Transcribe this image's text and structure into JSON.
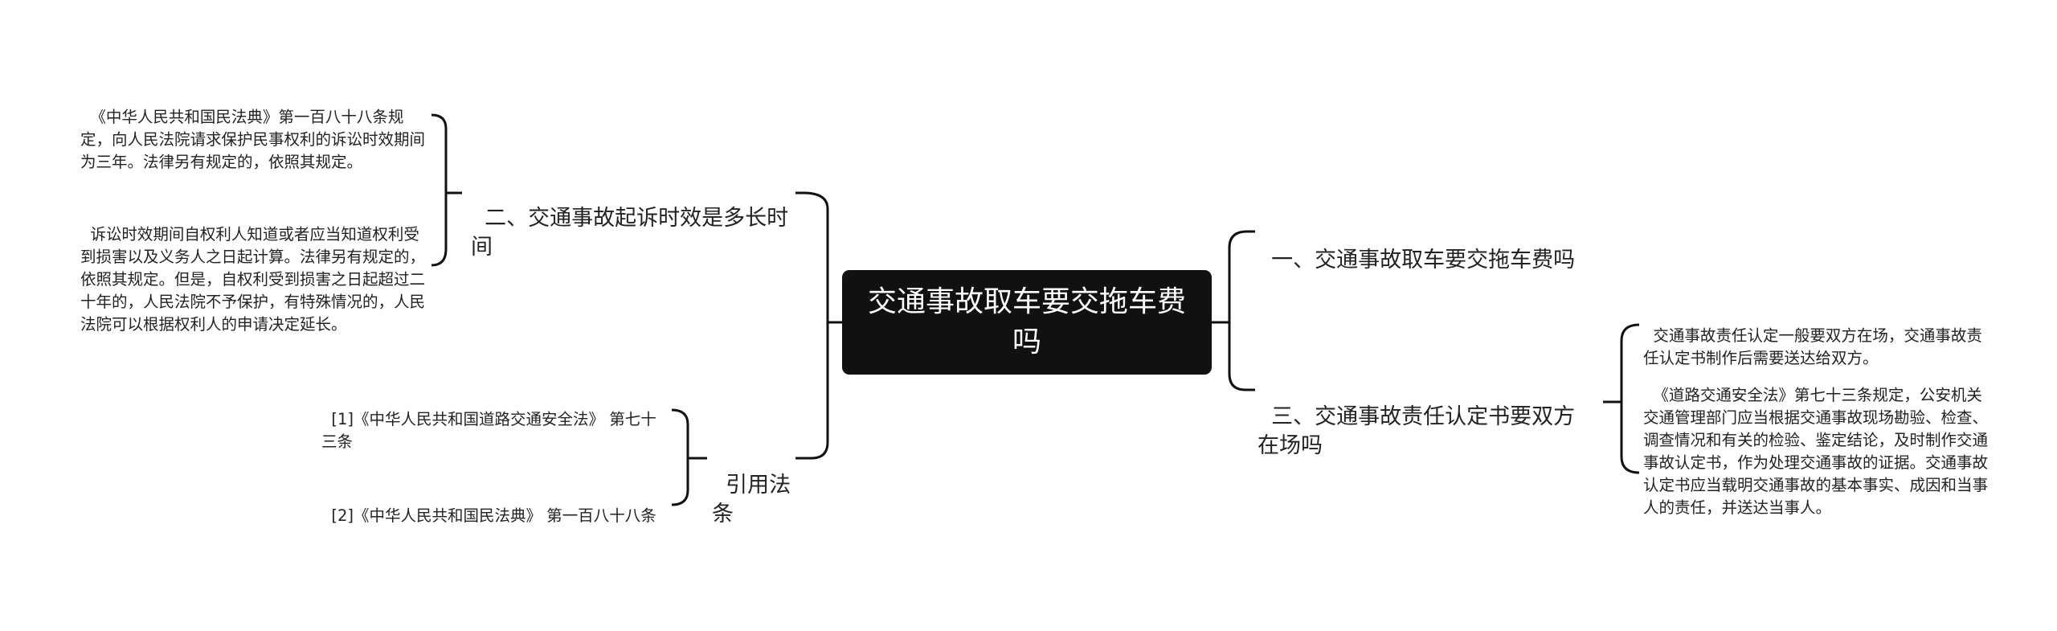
{
  "root": {
    "title": "交通事故取车要交拖车费吗"
  },
  "left_branches": [
    {
      "label": "二、交通事故起诉时效是多长时间",
      "children": [
        "《中华人民共和国民法典》第一百八十八条规定，向人民法院请求保护民事权利的诉讼时效期间为三年。法律另有规定的，依照其规定。",
        "诉讼时效期间自权利人知道或者应当知道权利受到损害以及义务人之日起计算。法律另有规定的，依照其规定。但是，自权利受到损害之日起超过二十年的，人民法院不予保护，有特殊情况的，人民法院可以根据权利人的申请决定延长。"
      ]
    },
    {
      "label": "引用法条",
      "children": [
        "[1]《中华人民共和国道路交通安全法》 第七十三条",
        "[2]《中华人民共和国民法典》 第一百八十八条"
      ]
    }
  ],
  "right_branches": [
    {
      "label": "一、交通事故取车要交拖车费吗",
      "children": []
    },
    {
      "label": "三、交通事故责任认定书要双方在场吗",
      "children": [
        "交通事故责任认定一般要双方在场，交通事故责任认定书制作后需要送达给双方。",
        "《道路交通安全法》第七十三条规定，公安机关交通管理部门应当根据交通事故现场勘验、检查、调查情况和有关的检验、鉴定结论，及时制作交通事故认定书，作为处理交通事故的证据。交通事故认定书应当载明交通事故的基本事实、成因和当事人的责任，并送达当事人。"
      ]
    }
  ]
}
